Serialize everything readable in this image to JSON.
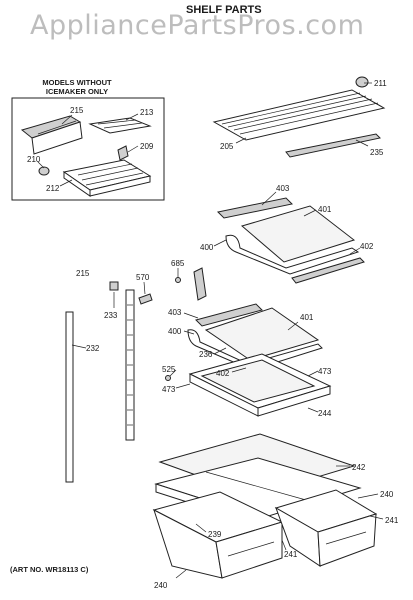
{
  "watermark": "AppliancePartsPros.com",
  "title": "SHELF PARTS",
  "inset_title_line1": "MODELS WITHOUT",
  "inset_title_line2": "ICEMAKER ONLY",
  "art_number": "(ART NO. WR18113 C)",
  "labels": {
    "l215": "215",
    "l213": "213",
    "l209": "209",
    "l210": "210",
    "l212": "212",
    "l211": "211",
    "l205": "205",
    "l235": "235",
    "l403a": "403",
    "l401a": "401",
    "l400a": "400",
    "l402a": "402",
    "l685": "685",
    "l570": "570",
    "l233": "233",
    "l403b": "403",
    "l401b": "401",
    "l400b": "400",
    "l236": "236",
    "l402b": "402",
    "l473a": "473",
    "l525": "525",
    "l473b": "473",
    "l244": "244",
    "l215v": "215",
    "l232": "232",
    "l242": "242",
    "l240a": "240",
    "l241a": "241",
    "l239": "239",
    "l241b": "241",
    "l240b": "240"
  }
}
